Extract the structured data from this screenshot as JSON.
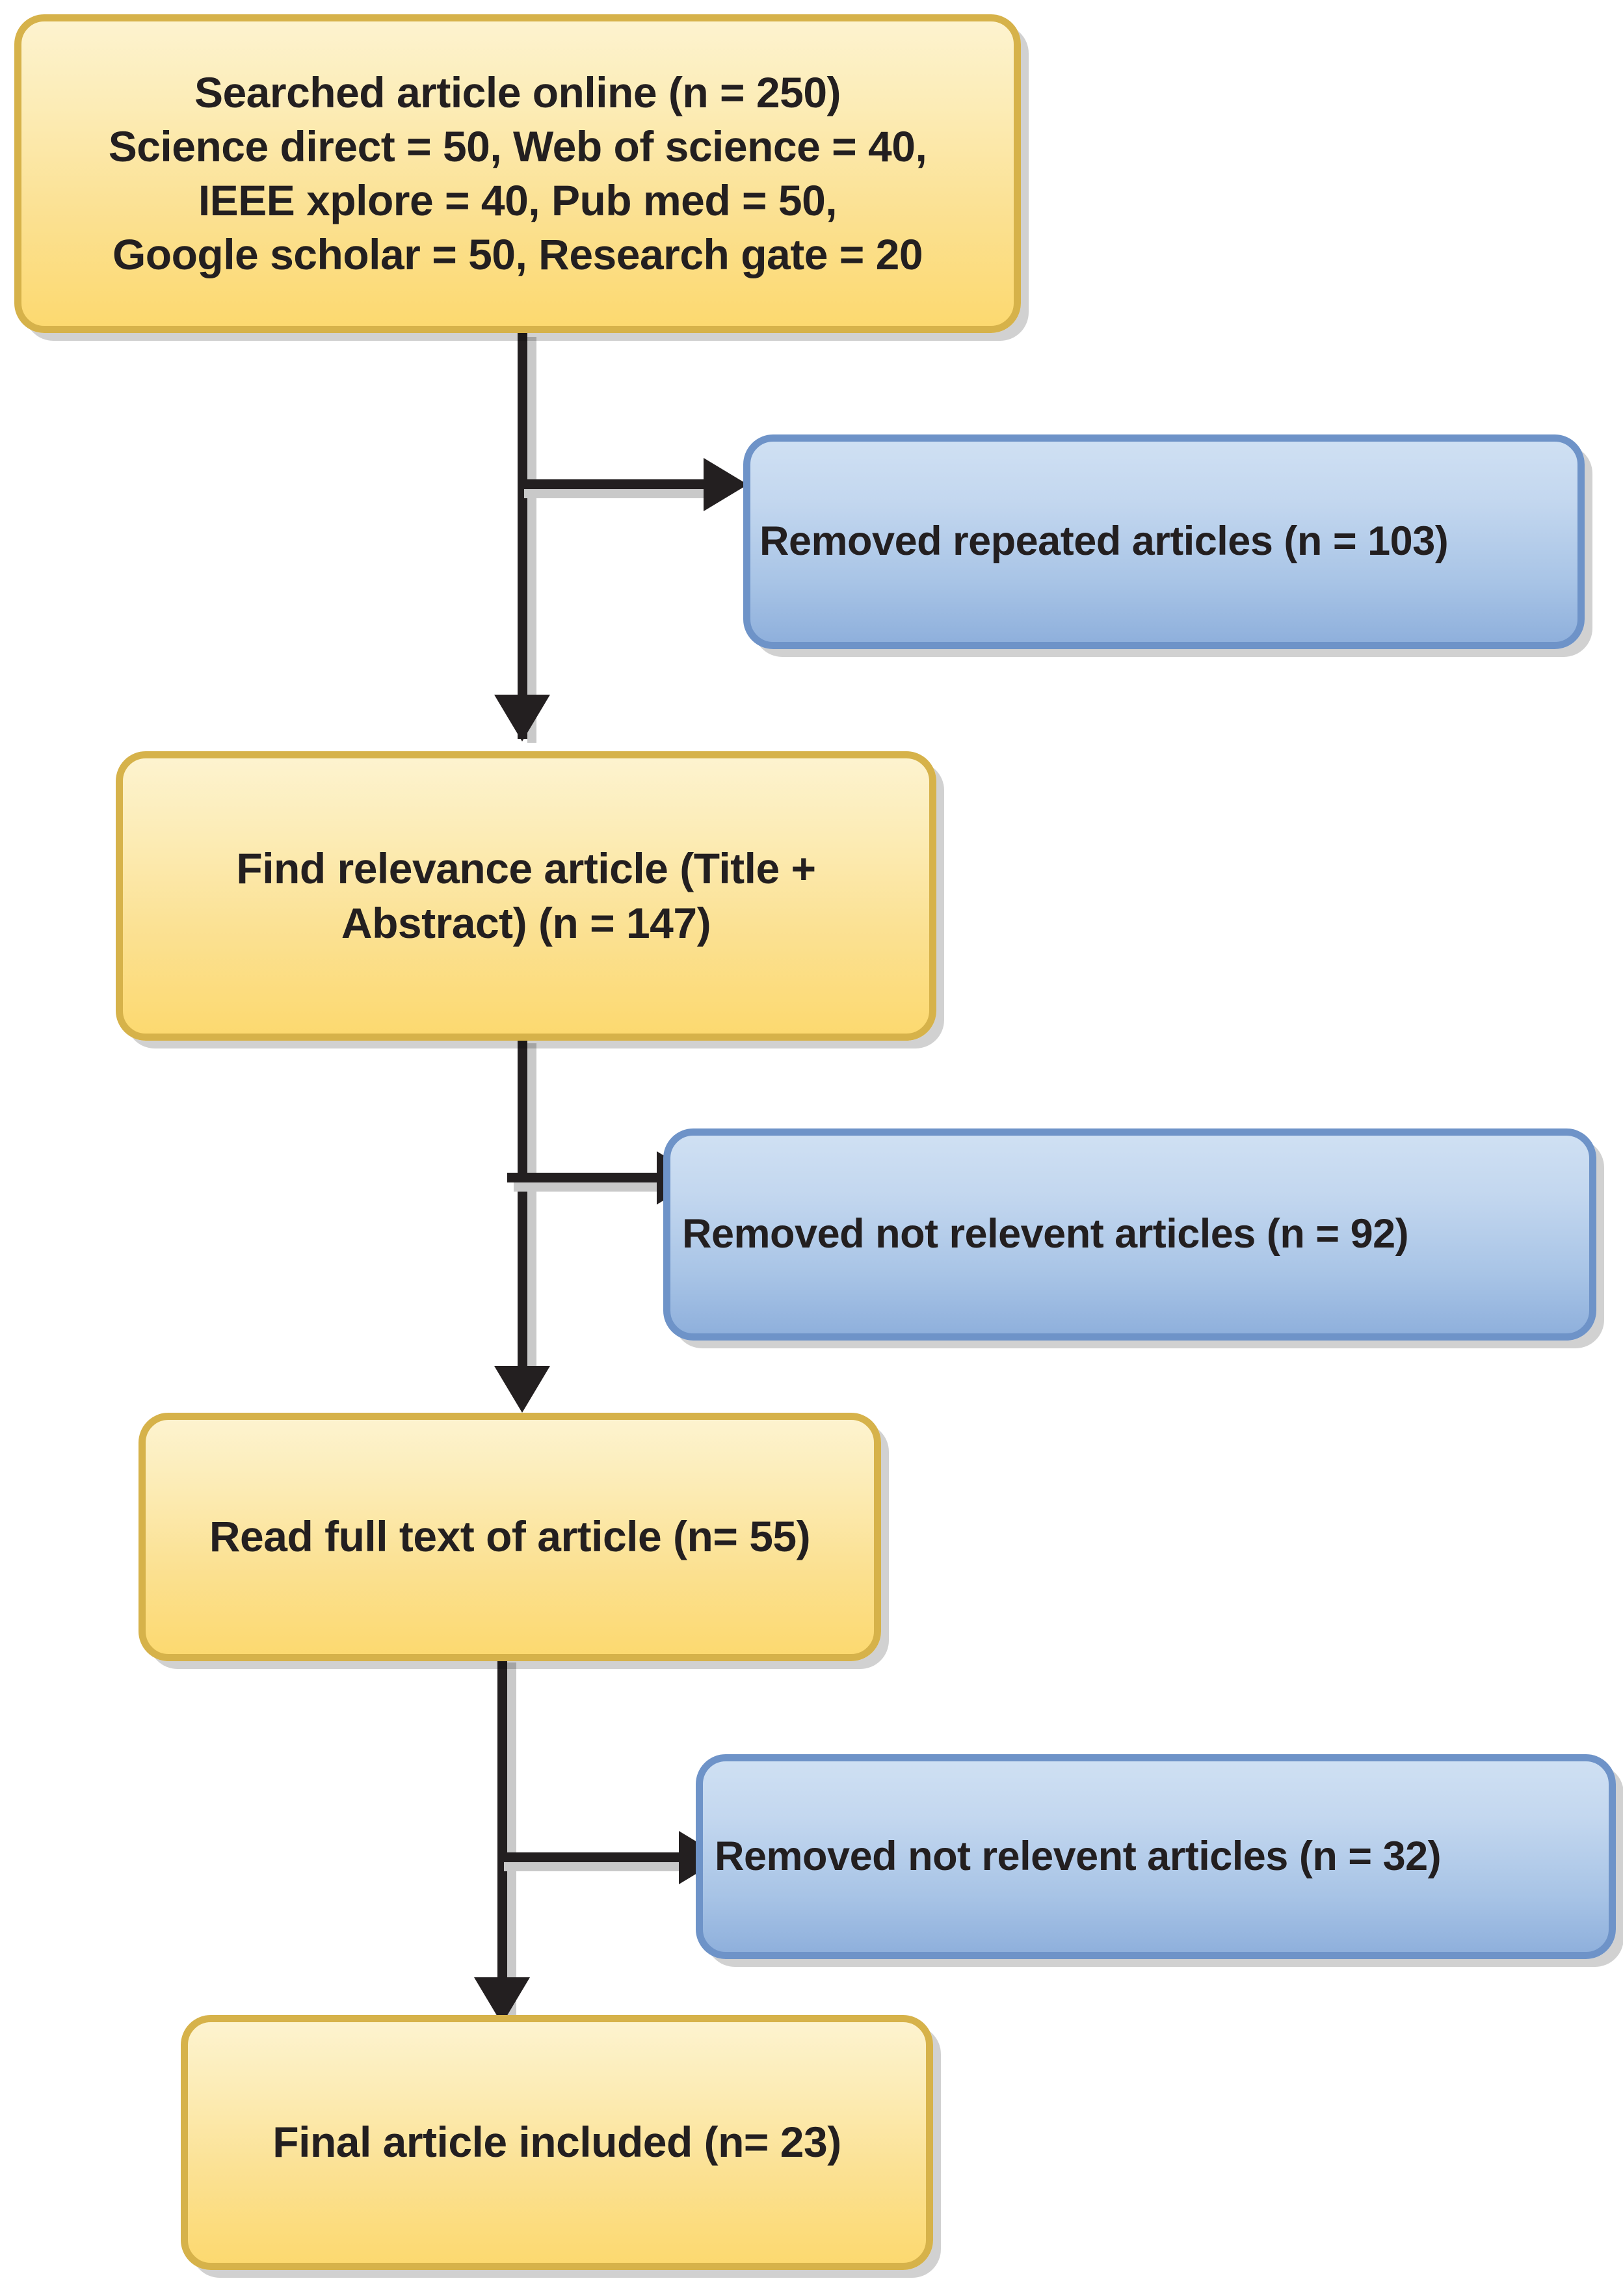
{
  "diagram": {
    "title": "PRISMA article selection flowchart",
    "colors": {
      "process_fill_top": "#fdf3cf",
      "process_fill_bottom": "#fcd970",
      "process_border": "#d6b24a",
      "exclusion_fill_top": "#cfe0f3",
      "exclusion_fill_bottom": "#8fb0dc",
      "exclusion_border": "#6e93c8",
      "connector": "#231f20",
      "shadow": "#c9c9c9"
    }
  },
  "nodes": {
    "searched": {
      "id": "searched-articles",
      "type": "process",
      "text": "Searched article online (n = 250)\nScience direct = 50,  Web of science = 40,\nIEEE xplore = 40,   Pub med = 50,\nGoogle scholar = 50,  Research gate = 20"
    },
    "removed_repeated": {
      "id": "removed-repeated",
      "type": "exclusion",
      "text": "Removed repeated articles (n = 103)"
    },
    "relevance": {
      "id": "find-relevance",
      "type": "process",
      "text": "Find relevance article (Title + Abstract) (n = 147)"
    },
    "removed_not_relevant_1": {
      "id": "removed-not-relevant-1",
      "type": "exclusion",
      "text": "Removed not relevent articles (n = 92)"
    },
    "full_text": {
      "id": "read-full-text",
      "type": "process",
      "text": "Read full text of article (n= 55)"
    },
    "removed_not_relevant_2": {
      "id": "removed-not-relevant-2",
      "type": "exclusion",
      "text": "Removed not relevent articles (n = 32)"
    },
    "final": {
      "id": "final-included",
      "type": "process",
      "text": "Final article included  (n= 23)"
    }
  },
  "chart_data": {
    "type": "flow",
    "title": "Article selection flow",
    "stages": [
      {
        "label": "Searched article online",
        "n": 250
      },
      {
        "label": "Find relevance article (Title + Abstract)",
        "n": 147
      },
      {
        "label": "Read full text of article",
        "n": 55
      },
      {
        "label": "Final article included",
        "n": 23
      }
    ],
    "sources": [
      {
        "name": "Science direct",
        "count": 50
      },
      {
        "name": "Web of science",
        "count": 40
      },
      {
        "name": "IEEE xplore",
        "count": 40
      },
      {
        "name": "Pub med",
        "count": 50
      },
      {
        "name": "Google scholar",
        "count": 50
      },
      {
        "name": "Research gate",
        "count": 20
      }
    ],
    "exclusions": [
      {
        "label": "Removed repeated articles",
        "n": 103
      },
      {
        "label": "Removed not relevent articles",
        "n": 92
      },
      {
        "label": "Removed not relevent articles",
        "n": 32
      }
    ]
  }
}
